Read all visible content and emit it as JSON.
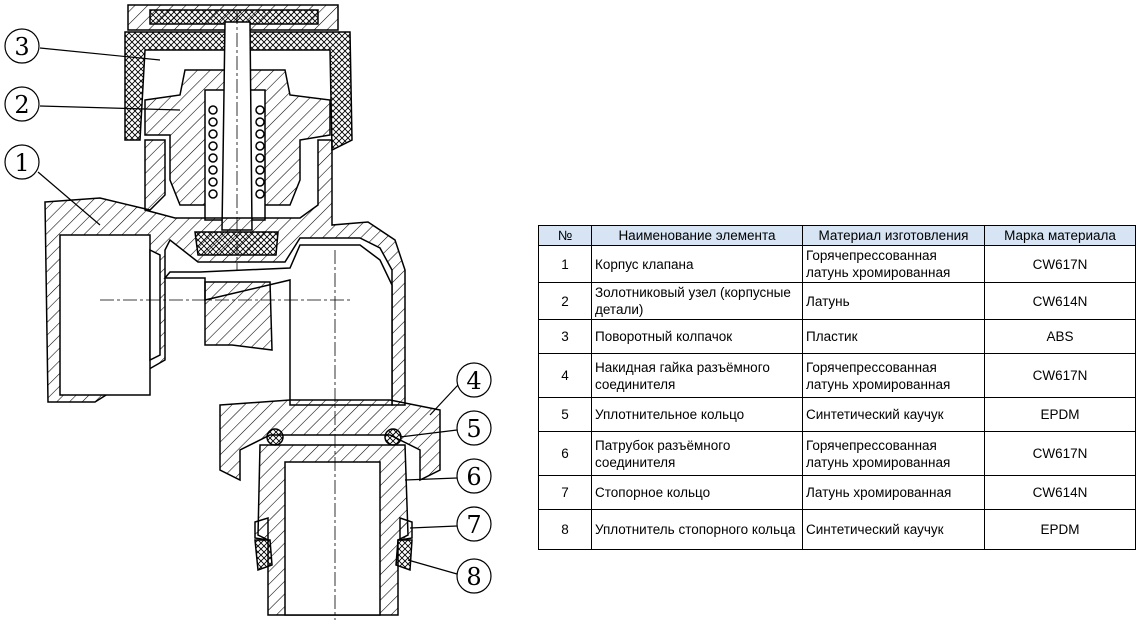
{
  "callouts": [
    "1",
    "2",
    "3",
    "4",
    "5",
    "6",
    "7",
    "8"
  ],
  "table": {
    "headers": [
      "№",
      "Наименование элемента",
      "Материал изготовления",
      "Марка материала"
    ],
    "rows": [
      {
        "num": "1",
        "name": "Корпус клапана",
        "material": "Горячепрессованная латунь хромированная",
        "grade": "CW617N"
      },
      {
        "num": "2",
        "name": "Золотниковый узел (корпусные детали)",
        "material": "Латунь",
        "grade": "CW614N"
      },
      {
        "num": "3",
        "name": "Поворотный колпачок",
        "material": "Пластик",
        "grade": "ABS"
      },
      {
        "num": "4",
        "name": "Накидная гайка разъёмного соединителя",
        "material": "Горячепрессованная латунь хромированная",
        "grade": "CW617N"
      },
      {
        "num": "5",
        "name": "Уплотнительное кольцо",
        "material": "Синтетический каучук",
        "grade": "EPDM"
      },
      {
        "num": "6",
        "name": "Патрубок разъёмного соединителя",
        "material": "Горячепрессованная латунь хромированная",
        "grade": "CW617N"
      },
      {
        "num": "7",
        "name": "Стопорное кольцо",
        "material": "Латунь хромированная",
        "grade": "CW614N"
      },
      {
        "num": "8",
        "name": "Уплотнитель стопорного кольца",
        "material": "Синтетический каучук",
        "grade": "EPDM"
      }
    ]
  },
  "colors": {
    "header_bg": "#d6e4f3",
    "line": "#000000"
  }
}
